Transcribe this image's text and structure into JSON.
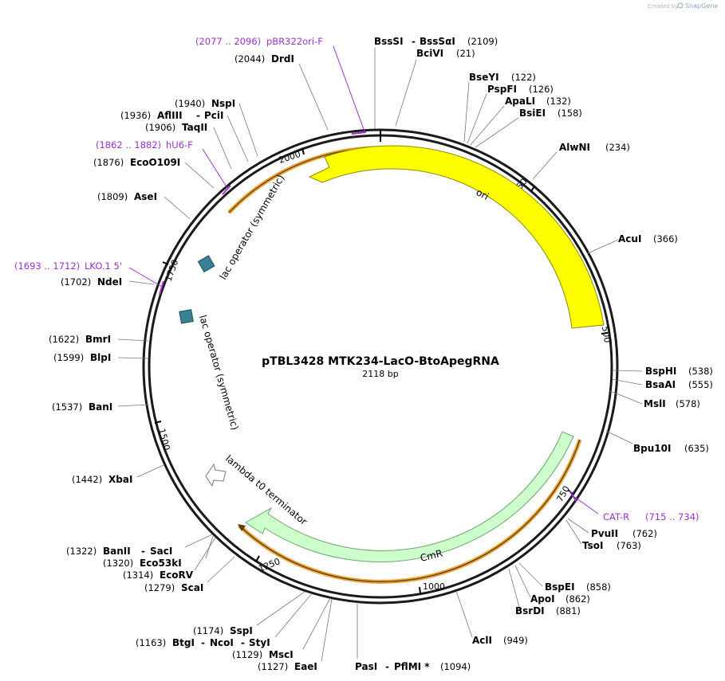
{
  "credit": {
    "text": "Created by",
    "brand": "SnapGene"
  },
  "plasmid": {
    "name": "pTBL3428 MTK234-LacO-BtoApegRNA",
    "size_label": "2118 bp",
    "length": 2118
  },
  "ruler_ticks": [
    "250",
    "500",
    "750",
    "1000",
    "1250",
    "1500",
    "1750",
    "2000"
  ],
  "sites": [
    {
      "name": "BssSI",
      "name2": "BssSαI",
      "pos": "(2109)"
    },
    {
      "name": "BciVI",
      "pos": "(21)"
    },
    {
      "name": "BseYI",
      "pos": "(122)"
    },
    {
      "name": "PspFI",
      "pos": "(126)"
    },
    {
      "name": "ApaLI",
      "pos": "(132)"
    },
    {
      "name": "BsiEI",
      "pos": "(158)"
    },
    {
      "name": "AlwNI",
      "pos": "(234)"
    },
    {
      "name": "AcuI",
      "pos": "(366)"
    },
    {
      "name": "BspHI",
      "pos": "(538)"
    },
    {
      "name": "BsaAI",
      "pos": "(555)"
    },
    {
      "name": "MslI",
      "pos": "(578)"
    },
    {
      "name": "Bpu10I",
      "pos": "(635)"
    },
    {
      "name": "PvuII",
      "pos": "(762)"
    },
    {
      "name": "TsoI",
      "pos": "(763)"
    },
    {
      "name": "BspEI",
      "pos": "(858)"
    },
    {
      "name": "ApoI",
      "pos": "(862)"
    },
    {
      "name": "BsrDI",
      "pos": "(881)"
    },
    {
      "name": "AclI",
      "pos": "(949)"
    },
    {
      "name": "PasI",
      "name2": "PflMI *",
      "pos": "(1094)"
    },
    {
      "name": "EaeI",
      "pos": "(1127)"
    },
    {
      "name": "MscI",
      "pos": "(1129)"
    },
    {
      "name": "BtgI",
      "name2": "NcoI",
      "name3": "StyI",
      "pos": "(1163)"
    },
    {
      "name": "SspI",
      "pos": "(1174)"
    },
    {
      "name": "ScaI",
      "pos": "(1279)"
    },
    {
      "name": "EcoRV",
      "pos": "(1314)"
    },
    {
      "name": "Eco53kI",
      "pos": "(1320)"
    },
    {
      "name": "BanII",
      "name2": "SacI",
      "pos": "(1322)"
    },
    {
      "name": "XbaI",
      "pos": "(1442)"
    },
    {
      "name": "BanI",
      "pos": "(1537)"
    },
    {
      "name": "BlpI",
      "pos": "(1599)"
    },
    {
      "name": "BmrI",
      "pos": "(1622)"
    },
    {
      "name": "NdeI",
      "pos": "(1702)"
    },
    {
      "name": "AseI",
      "pos": "(1809)"
    },
    {
      "name": "EcoO109I",
      "pos": "(1876)"
    },
    {
      "name": "TaqII",
      "pos": "(1906)"
    },
    {
      "name": "AflIII",
      "name2": "PciI",
      "pos": "(1936)"
    },
    {
      "name": "NspI",
      "pos": "(1940)"
    },
    {
      "name": "DrdI",
      "pos": "(2044)"
    }
  ],
  "primers": [
    {
      "name": "pBR322ori-F",
      "range": "(2077 .. 2096)"
    },
    {
      "name": "hU6-F",
      "range": "(1862 .. 1882)"
    },
    {
      "name": "LKO.1 5'",
      "range": "(1693 .. 1712)"
    },
    {
      "name": "CAT-R",
      "range": "(715 .. 734)"
    }
  ],
  "features": [
    {
      "name": "ori",
      "color": "#ffff00",
      "stroke": "#8a8a00"
    },
    {
      "name": "CmR",
      "color": "#ccffcc",
      "stroke": "#6ca86c"
    },
    {
      "name": "lac operator (symmetric)",
      "color": "#3a7f96"
    },
    {
      "name": "lac operator (symmetric)",
      "color": "#3a7f96"
    },
    {
      "name": "lambda t0 terminator",
      "color": "#ffffff"
    }
  ],
  "colors": {
    "backbone": "#1a1a1a",
    "primer": "#9b30d0",
    "orf": "#e8a23a"
  }
}
